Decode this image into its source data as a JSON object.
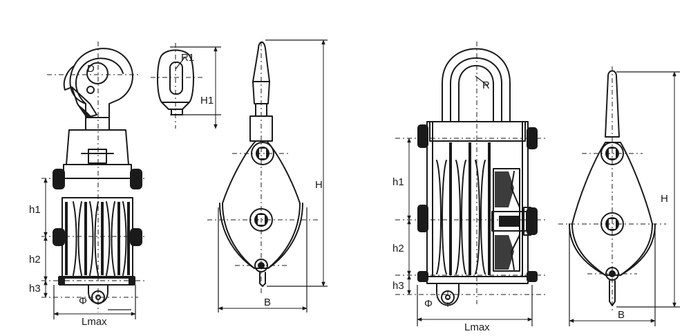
{
  "colors": {
    "ink": "#1a1a1a",
    "paper": "#ffffff"
  },
  "fig1": {
    "labels": {
      "D": "D",
      "R1": "R1",
      "H1": "H1",
      "H": "H",
      "h1": "h1",
      "h2": "h2",
      "h3": "h3",
      "phi": "Φ",
      "Lmax": "Lmax",
      "B": "B"
    }
  },
  "fig2": {
    "labels": {
      "R": "R",
      "H": "H",
      "h1": "h1",
      "h2": "h2",
      "h3": "h3",
      "phi": "Φ",
      "Lmax": "Lmax",
      "B": "B"
    }
  }
}
